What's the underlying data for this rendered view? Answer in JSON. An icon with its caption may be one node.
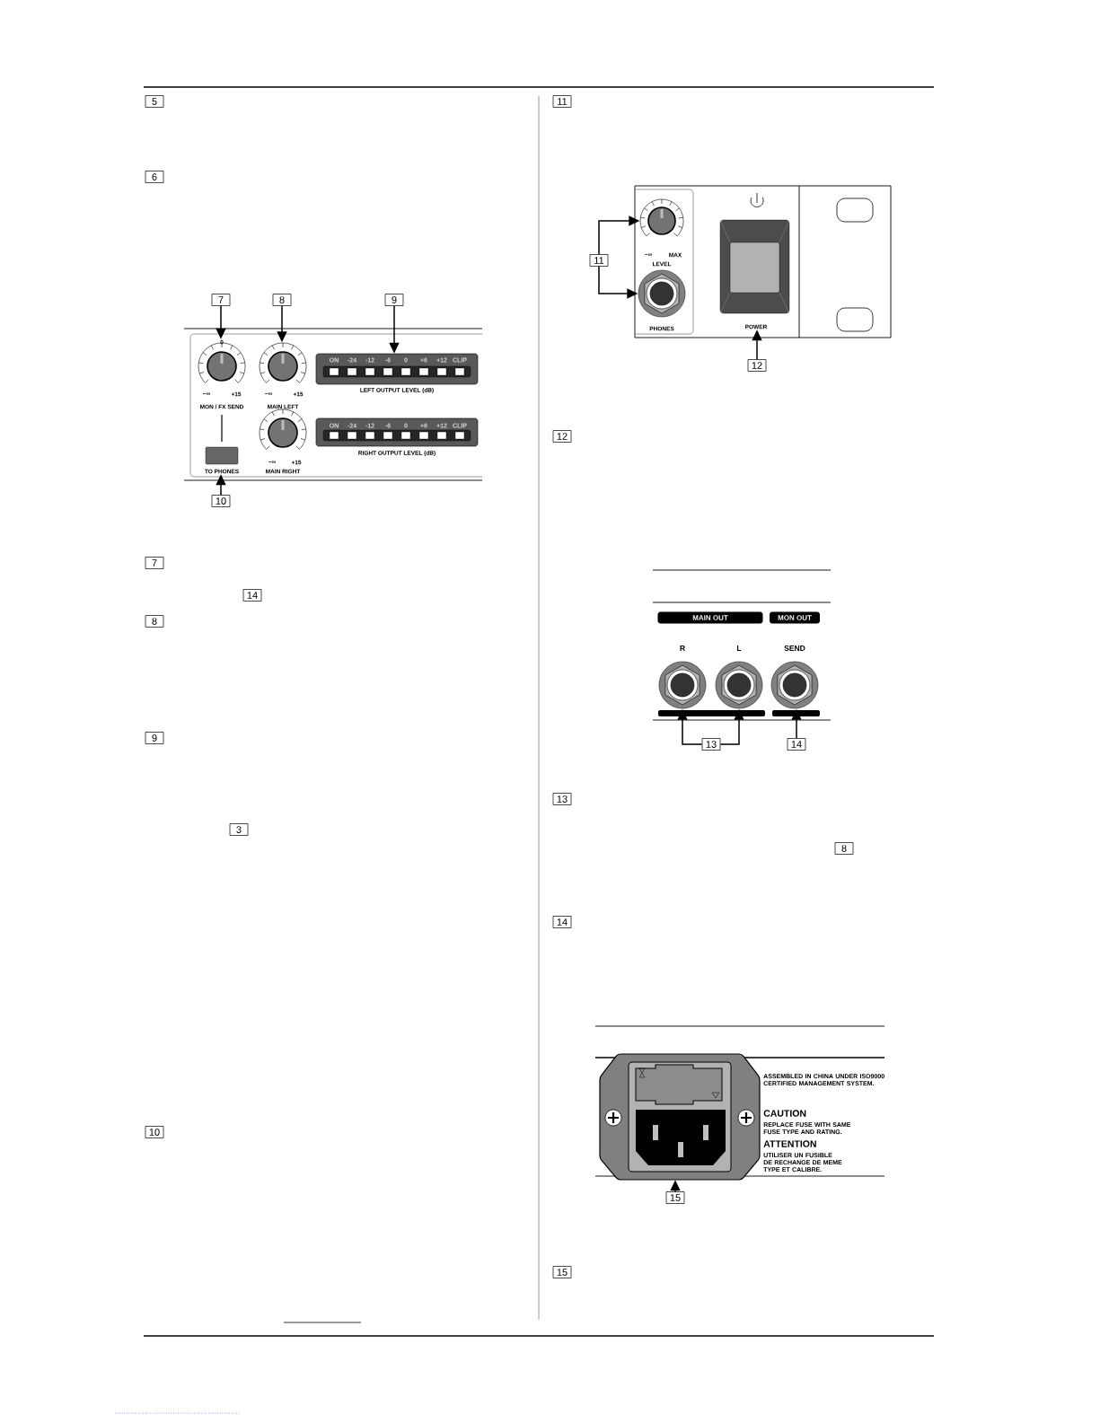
{
  "diagram": {
    "nodes": [
      {
        "text": [
          "7"
        ]
      },
      {
        "text": [
          "8"
        ]
      },
      {
        "text": [
          "9"
        ]
      },
      {
        "text": [
          "10"
        ]
      },
      {
        "text": [
          "11"
        ]
      },
      {
        "text": [
          "12"
        ]
      },
      {
        "text": [
          "13"
        ]
      },
      {
        "text": [
          "14"
        ]
      },
      {
        "text": [
          "15"
        ]
      },
      {
        "text": [],
        "shape": "circle",
        "beside": [
          "0"
        ]
      },
      {
        "text": [],
        "shape": "circle"
      },
      {
        "text": [],
        "shape": "box"
      },
      {
        "text": [],
        "shape": "box",
        "beside": [
          "TO PHONES"
        ]
      },
      {
        "text": [],
        "shape": "circle"
      },
      {
        "text": [],
        "shape": "circle"
      },
      {
        "text": [],
        "shape": "box",
        "beside": [
          "POWER"
        ]
      },
      {
        "text": [],
        "shape": "circle"
      },
      {
        "text": [],
        "shape": "circle"
      },
      {
        "text": [],
        "shape": "circle"
      },
      {
        "text": [],
        "shape": "box"
      },
      {
        "text": [],
        "shape": "circle"
      },
      {
        "text": [],
        "shape": "box"
      }
    ],
    "edges": [
      {
        "from": 0,
        "to": 9,
        "arrow": "to"
      },
      {
        "from": 1,
        "to": 10,
        "arrow": "to"
      },
      {
        "from": 2,
        "to": 11,
        "arrow": "to"
      },
      {
        "from": 3,
        "to": 12,
        "arrow": "to"
      },
      {
        "from": 4,
        "to": 13,
        "arrow": "to"
      },
      {
        "from": 4,
        "to": 14,
        "arrow": "to"
      },
      {
        "from": 5,
        "to": 15,
        "arrow": "to"
      },
      {
        "from": 6,
        "to": 16,
        "arrow": "to"
      },
      {
        "from": 6,
        "to": 17,
        "arrow": "to"
      },
      {
        "from": 7,
        "to": 18,
        "arrow": "to"
      },
      {
        "from": 8,
        "to": 19,
        "arrow": "to"
      }
    ],
    "labels": [
      "5",
      "6",
      "−∞",
      "+15",
      "MON / FX SEND",
      "−∞",
      "+15",
      "MAIN LEFT",
      "ON",
      "-24",
      "-12",
      "-6",
      "0",
      "+6",
      "+12",
      "CLIP",
      "LEFT OUTPUT LEVEL (dB)",
      "ON",
      "-24",
      "-12",
      "-6",
      "0",
      "+6",
      "+12",
      "CLIP",
      "RIGHT OUTPUT LEVEL (dB)",
      "−∞",
      "+15",
      "MAIN RIGHT",
      "7",
      "14",
      "8",
      "9",
      "3",
      "10",
      "11",
      "−∞",
      "MAX",
      "LEVEL",
      "PHONES",
      "12",
      "MAIN OUT",
      "MON OUT",
      "R",
      "L",
      "SEND",
      "13",
      "8",
      "14",
      "ASSEMBLED IN CHINA UNDER ISO9000 CERTIFIED MANAGEMENT SYSTEM.",
      "CAUTION",
      "REPLACE FUSE WITH SAME FUSE TYPE AND RATING.",
      "ATTENTION",
      "UTILISER UN FUSIBLE DE RECHANGE DE MEME TYPE ET CALIBRE.",
      "15"
    ]
  }
}
